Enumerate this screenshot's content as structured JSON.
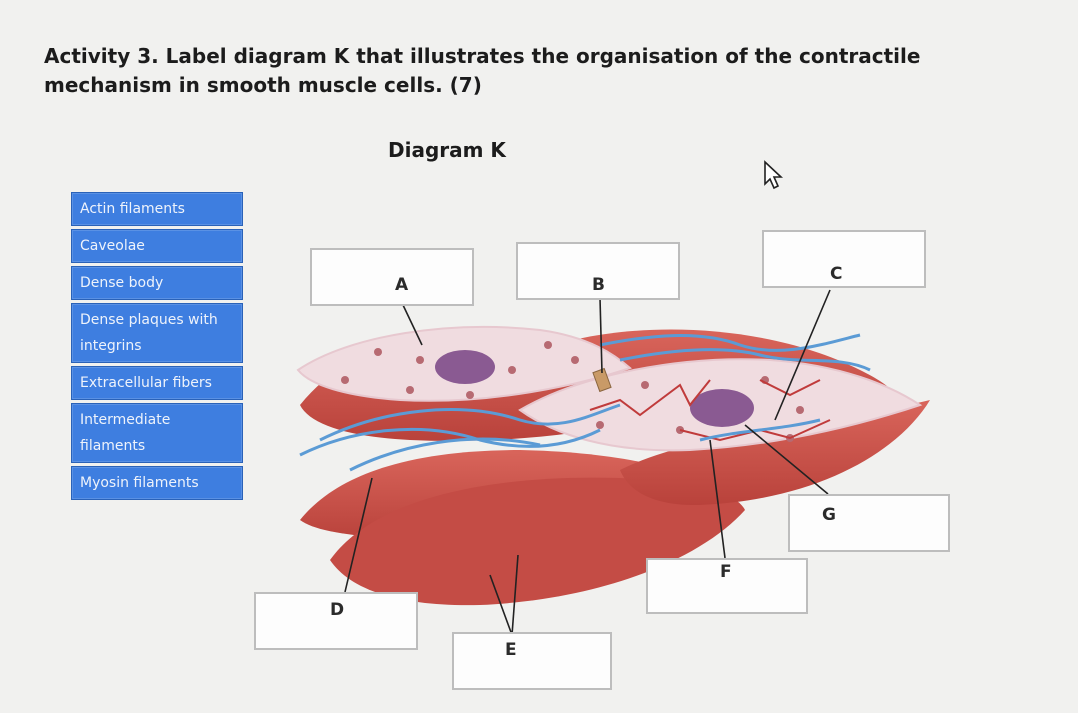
{
  "activity": {
    "title": "Activity 3. Label diagram K that illustrates the organisation of the contractile mechanism in smooth muscle cells. (7)",
    "diagram_title": "Diagram K"
  },
  "word_bank": [
    "Actin filaments",
    "Caveolae",
    "Dense body",
    "Dense plaques with integrins",
    "Extracellular fibers",
    "Intermediate filaments",
    "Myosin filaments"
  ],
  "labels": {
    "A": "A",
    "B": "B",
    "C": "C",
    "D": "D",
    "E": "E",
    "F": "F",
    "G": "G"
  },
  "colors": {
    "chip": "#3e7ee0",
    "muscle": "#c9544c",
    "cell_membrane": "#f0dce0",
    "nucleus": "#8a5a92",
    "fiber": "#5b9bd5"
  },
  "icons": {
    "cursor": "mouse-pointer-icon"
  }
}
